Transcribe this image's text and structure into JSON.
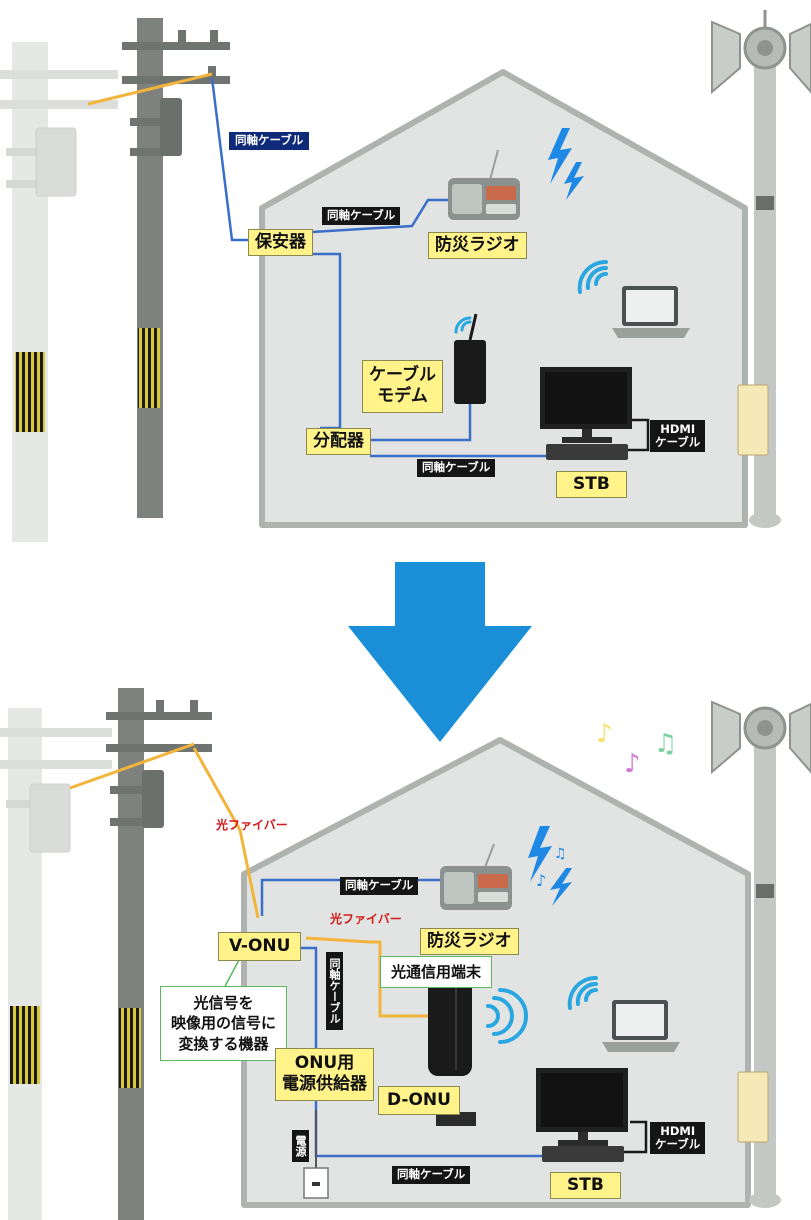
{
  "top_scene": {
    "coax_pole_label": "同軸ケーブル",
    "coax_radio_label": "同軸ケーブル",
    "coax_stb_label": "同軸ケーブル",
    "protector": "保安器",
    "disaster_radio": "防災ラジオ",
    "cable_modem": "ケーブル\nモデム",
    "splitter": "分配器",
    "hdmi_cable": "HDMI\nケーブル",
    "stb": "STB"
  },
  "bottom_scene": {
    "fiber_pole_label": "光ファイバー",
    "coax_radio_label": "同軸ケーブル",
    "fiber_inner_label": "光ファイバー",
    "v_onu": "V-ONU",
    "v_onu_note": "光信号を\n映像用の信号に\n変換する機器",
    "coax_vertical_label": "同軸ケーブル",
    "disaster_radio": "防災ラジオ",
    "optical_terminal": "光通信用端末",
    "onu_power": "ONU用\n電源供給器",
    "d_onu": "D-ONU",
    "power_label": "電源",
    "hdmi_cable": "HDMI\nケーブル",
    "coax_stb_label": "同軸ケーブル",
    "stb": "STB"
  },
  "colors": {
    "label_fill": "#fff38a",
    "coax_line": "#3a6fc9",
    "fiber_line": "#f2b43a",
    "arrow": "#1a8fd8",
    "navy_tag": "#0e2a78",
    "note_border": "#5cb85c",
    "fiber_text": "#d21a1a"
  },
  "icons": [
    "utility-pole",
    "speaker-pole",
    "radio-icon",
    "laptop-icon",
    "tv-icon",
    "wifi-icon",
    "lightning-icon",
    "music-notes-icon",
    "down-arrow-icon",
    "outlet-icon"
  ]
}
